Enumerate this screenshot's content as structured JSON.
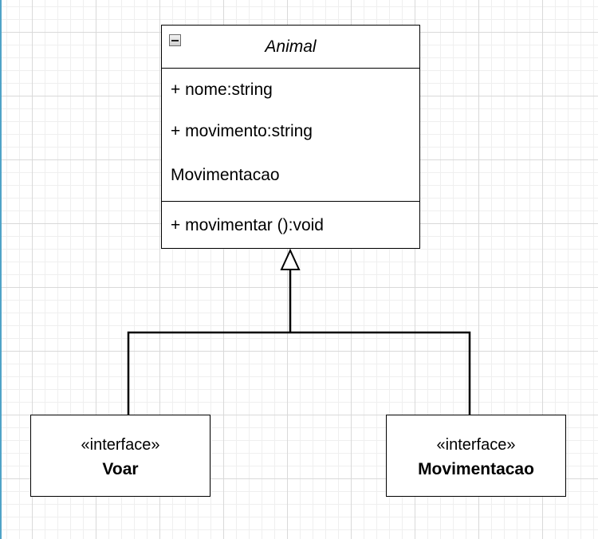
{
  "diagram": {
    "class": {
      "name": "Animal",
      "attributes": [
        "+ nome:string",
        "+ movimento:string",
        "Movimentacao"
      ],
      "methods": [
        "+ movimentar ():void"
      ],
      "collapse_icon": "minus-box-icon"
    },
    "interfaces": [
      {
        "stereotype": "«interface»",
        "name": "Voar"
      },
      {
        "stereotype": "«interface»",
        "name": "Movimentacao"
      }
    ],
    "relationships": [
      {
        "type": "generalization",
        "from": "Voar",
        "to": "Animal"
      },
      {
        "type": "generalization",
        "from": "Movimentacao",
        "to": "Animal"
      }
    ],
    "colors": {
      "grid_major": "#d9d9d9",
      "grid_minor": "#efefef",
      "line": "#000000",
      "left_edge": "#4fa3c7"
    }
  }
}
